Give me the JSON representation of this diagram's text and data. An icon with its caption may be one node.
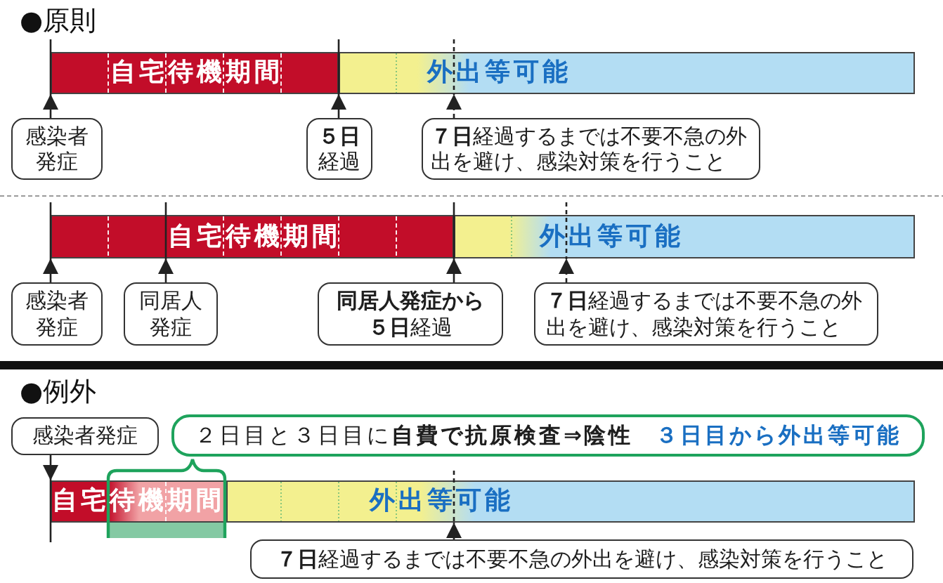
{
  "diagram": {
    "nodes": [
      {
        "text": [
          "自宅待機期間"
        ]
      },
      {
        "text": [
          "外出等可能"
        ]
      },
      {
        "text": [
          "感染者発症"
        ]
      },
      {
        "text": [
          "**５日**経過"
        ]
      },
      {
        "text": [
          "**７日**経過するまでは不要不急の外出を避け、感染対策を行うこと"
        ]
      },
      {
        "text": [
          "自宅待機期間"
        ]
      },
      {
        "text": [
          "外出等可能"
        ]
      },
      {
        "text": [
          "感染者発症"
        ]
      },
      {
        "text": [
          "同居人発症"
        ]
      },
      {
        "text": [
          "**同居人発症から５日**経過"
        ]
      },
      {
        "text": [
          "**７日**経過するまでは不要不急の外出を避け、感染対策を行うこと"
        ]
      },
      {
        "text": [
          "感染者発症"
        ]
      },
      {
        "text": [
          "２日目と３日目に**自費で抗原検査⇒陰性**",
          "３日目から外出等可能"
        ]
      },
      {
        "text": [
          "自宅待機期間"
        ]
      },
      {
        "text": [
          "外出等可能"
        ]
      },
      {
        "text": [
          "**７日**経過するまでは不要不急の外出を避け、感染対策を行うこと"
        ]
      }
    ],
    "edges": [
      {
        "from": 2,
        "to": 0,
        "arrow": "to"
      },
      {
        "from": 3,
        "to": 0,
        "arrow": "to"
      },
      {
        "from": 4,
        "to": 1,
        "arrow": "to",
        "style": "dashed"
      },
      {
        "from": 7,
        "to": 5,
        "arrow": "to"
      },
      {
        "from": 8,
        "to": 5,
        "arrow": "to"
      },
      {
        "from": 9,
        "to": 5,
        "arrow": "to"
      },
      {
        "from": 10,
        "to": 6,
        "arrow": "to",
        "style": "dashed"
      },
      {
        "from": 11,
        "to": 13,
        "arrow": "to"
      },
      {
        "from": 15,
        "to": 14,
        "arrow": "to",
        "style": "dashed"
      }
    ],
    "labels": [
      "●原則",
      "●例外"
    ]
  }
}
